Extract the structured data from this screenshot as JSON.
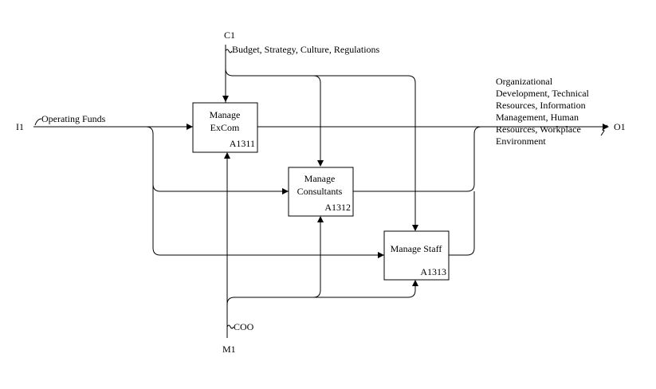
{
  "boxes": [
    {
      "title_line1": "Manage",
      "title_line2": "ExCom",
      "id": "A1311"
    },
    {
      "title_line1": "Manage",
      "title_line2": "Consultants",
      "id": "A1312"
    },
    {
      "title_line1": "Manage Staff",
      "id": "A1313"
    }
  ],
  "control": {
    "code": "C1",
    "label": "Budget, Strategy, Culture, Regulations"
  },
  "input": {
    "code": "I1",
    "label": "Operating Funds"
  },
  "output": {
    "code": "O1",
    "label_lines": [
      "Organizational",
      "Development, Technical",
      "Resources, Information",
      "Management, Human",
      "Resources, Workplace",
      "Environment"
    ]
  },
  "mechanism": {
    "code": "M1",
    "label": "COO"
  }
}
